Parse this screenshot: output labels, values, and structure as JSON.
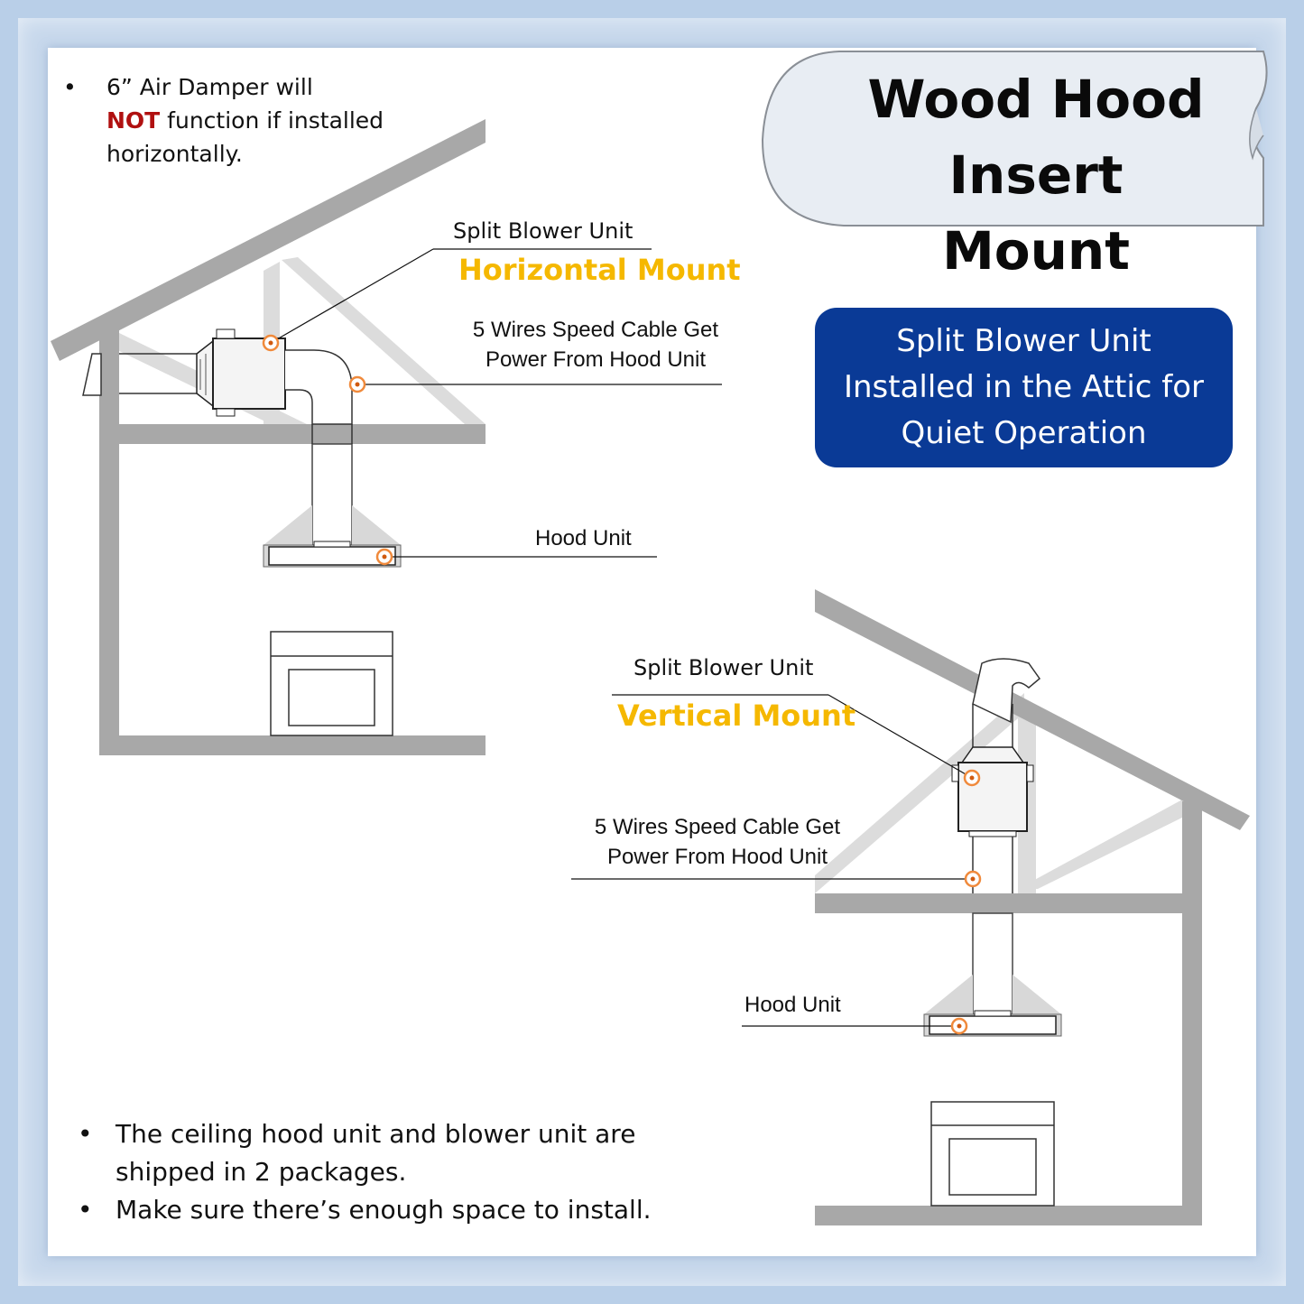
{
  "title": {
    "line1": "Wood Hood",
    "line2": "Insert Mount"
  },
  "top_note": {
    "bullet": "•",
    "before": "6” Air Damper will",
    "warning": "NOT",
    "after": " function if installed horizontally."
  },
  "info_box": {
    "line1": "Split Blower Unit",
    "line2": "Installed in the Attic for",
    "line3": "Quiet Operation"
  },
  "horizontal": {
    "blower_label": "Split Blower Unit",
    "mount_label": "Horizontal Mount",
    "cable_line1": "5 Wires Speed Cable Get",
    "cable_line2": "Power From Hood Unit",
    "hood_label": "Hood Unit"
  },
  "vertical": {
    "blower_label": "Split Blower Unit",
    "mount_label": "Vertical Mount",
    "cable_line1": "5 Wires Speed Cable Get",
    "cable_line2": "Power From Hood Unit",
    "hood_label": "Hood Unit"
  },
  "bottom_notes": [
    {
      "bullet": "•",
      "text": "The ceiling hood unit and blower unit are shipped in 2 packages."
    },
    {
      "bullet": "•",
      "text": "Make sure there’s enough space to install."
    }
  ],
  "colors": {
    "structure": "#a8a8a8",
    "truss": "#dcdcdc",
    "marker": "#f08a3c",
    "info_bg": "#0a3a96",
    "mount_text": "#f5b800",
    "warning_text": "#b01010"
  }
}
